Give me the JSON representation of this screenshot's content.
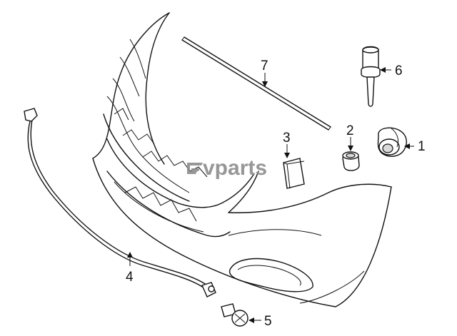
{
  "watermark": {
    "text": "vparts"
  },
  "callouts": [
    {
      "id": "1",
      "label": "1"
    },
    {
      "id": "2",
      "label": "2"
    },
    {
      "id": "3",
      "label": "3"
    },
    {
      "id": "4",
      "label": "4"
    },
    {
      "id": "5",
      "label": "5"
    },
    {
      "id": "6",
      "label": "6"
    },
    {
      "id": "7",
      "label": "7"
    }
  ]
}
